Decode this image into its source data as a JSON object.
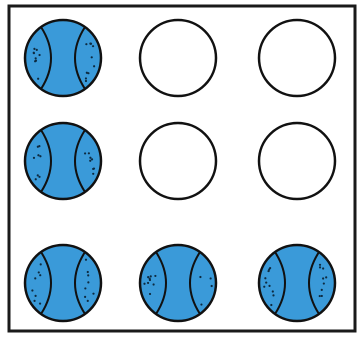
{
  "figure": {
    "rows": 3,
    "cols": 3,
    "frame_color": "#1a1a1a",
    "ball_fill": "#3a9ad9",
    "ball_outline": "#111111",
    "empty_fill": "#ffffff",
    "grid": [
      [
        "ball",
        "empty",
        "empty"
      ],
      [
        "ball",
        "empty",
        "empty"
      ],
      [
        "ball",
        "ball",
        "ball"
      ]
    ],
    "ball_icon": "tennis-ball-icon",
    "empty_icon": "empty-circle-icon",
    "shaded_count": 5,
    "empty_count": 4
  }
}
